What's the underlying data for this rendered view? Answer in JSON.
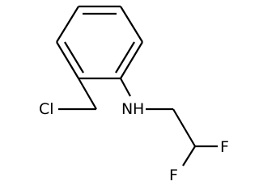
{
  "molecule": {
    "atoms": {
      "chlorine": "Cl",
      "amine": "N",
      "amine_hydrogen": "H",
      "fluorine_top": "F",
      "fluorine_bottom": "F"
    }
  }
}
